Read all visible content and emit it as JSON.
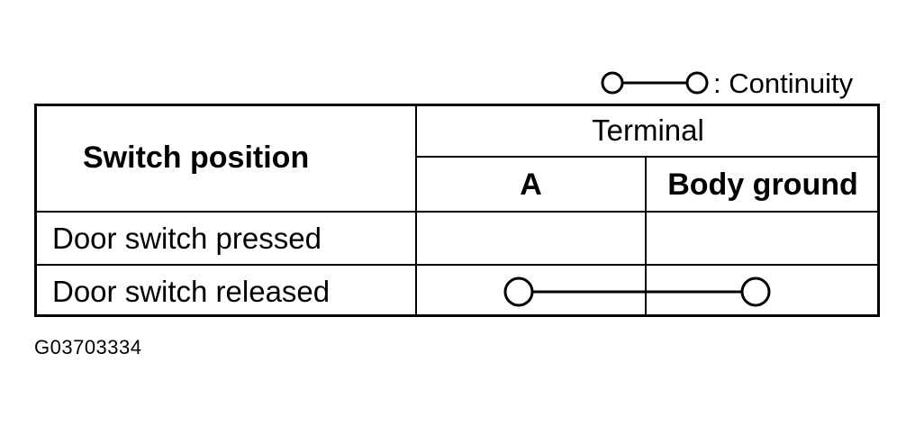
{
  "legend": {
    "symbol": "continuity-symbol",
    "text": ": Continuity"
  },
  "table": {
    "header": {
      "switch_position": "Switch position",
      "terminal": "Terminal",
      "terminal_a": "A",
      "terminal_body_ground": "Body ground"
    },
    "rows": [
      {
        "label": "Door switch pressed",
        "continuity": []
      },
      {
        "label": "Door switch released",
        "continuity": [
          "A",
          "Body ground"
        ]
      }
    ]
  },
  "figure_code": "G03703334"
}
